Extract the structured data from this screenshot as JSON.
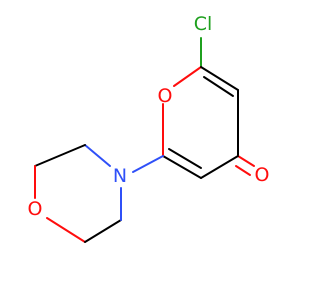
{
  "molecule": {
    "atoms": {
      "chlorine": {
        "label": "Cl",
        "color": "#1fa01f"
      },
      "ring_oxygen": {
        "label": "O",
        "color": "#ff0d0d"
      },
      "carbonyl_oxygen": {
        "label": "O",
        "color": "#ff0d0d"
      },
      "nitrogen": {
        "label": "N",
        "color": "#2f50f8"
      },
      "morpholine_oxygen": {
        "label": "O",
        "color": "#ff0d0d"
      }
    },
    "bond_color": "#000000"
  }
}
